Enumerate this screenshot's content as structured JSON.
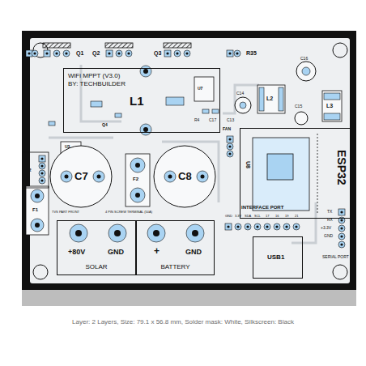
{
  "diagram": {
    "caption": "Layer: 2 Layers, Size: 79.1 x 56.8 mm, Solder mask: White, Silkscreen: Black",
    "nodes": [
      {
        "text": [
          "WiFi MPPT (V3.0)",
          "BY: TECHBUILDER"
        ]
      },
      {
        "text": [
          "C7"
        ]
      },
      {
        "text": [
          "C8"
        ]
      },
      {
        "text": [
          "ESP32",
          "U8"
        ]
      },
      {
        "text": [
          "+80V",
          "GND",
          "SOLAR"
        ]
      },
      {
        "text": [
          "+",
          "GND",
          "BATTERY"
        ]
      },
      {
        "text": [
          "USB1"
        ]
      }
    ],
    "labels": [
      "Q1",
      "Q2",
      "Q3",
      "R35",
      "L1",
      "L2",
      "L3",
      "U2",
      "U3",
      "U7",
      "Q4",
      "F1",
      "F2",
      "C14",
      "C16",
      "C15",
      "C13",
      "C17",
      "R4",
      "FAN",
      "INTERFACE PORT",
      "GND",
      "3.3V",
      "SDA",
      "SCL",
      "17",
      "16",
      "19",
      "21",
      "TX",
      "RX",
      "+3.3V",
      "GND",
      "SERIAL PORT",
      "4 PIN SCREW TERMINAL (50A)",
      "TVS PART FRONT"
    ]
  }
}
